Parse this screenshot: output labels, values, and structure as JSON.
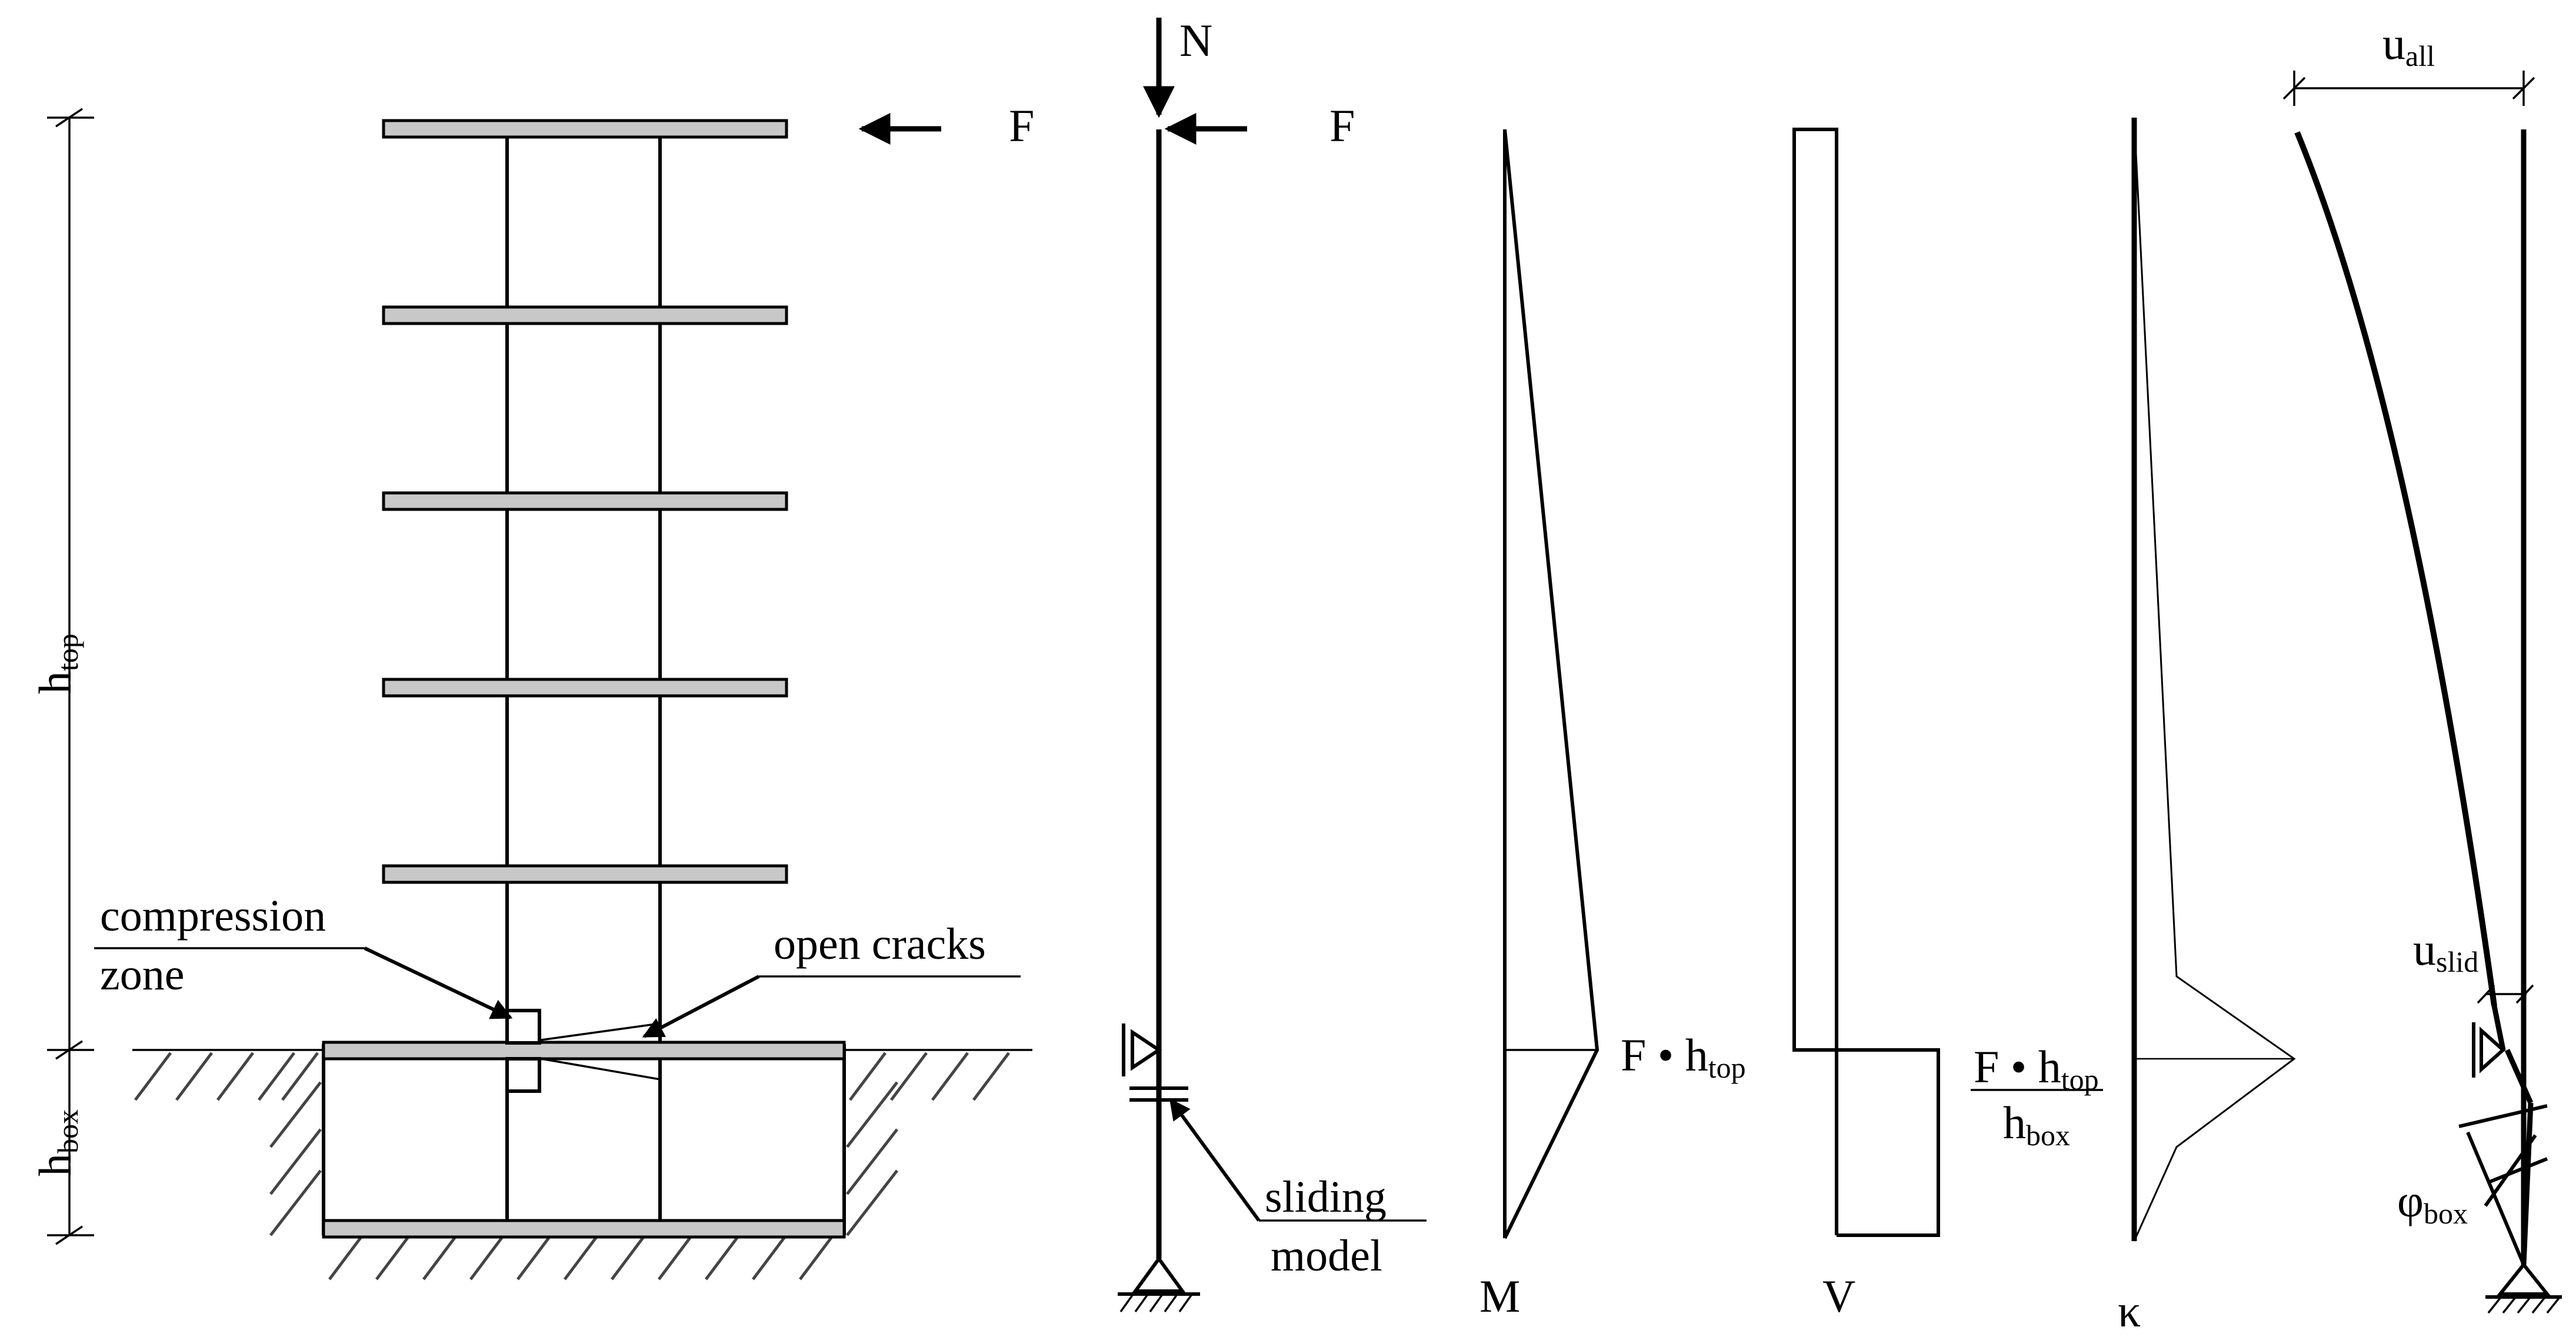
{
  "labels": {
    "force": "F",
    "axial": "N",
    "h_top_main": "h",
    "h_top_sub": "top",
    "h_box_main": "h",
    "h_box_sub": "box",
    "compression_line1": "compression",
    "compression_line2": "zone",
    "open_cracks": "open cracks",
    "sliding_line1": "sliding",
    "sliding_line2": "model",
    "moment_caption": "M",
    "shear_caption": "V",
    "curvature_caption": "κ",
    "moment_value_main": "F • h",
    "moment_value_sub": "top",
    "curv_num_main": "F • h",
    "curv_num_sub": "top",
    "curv_den_main": "h",
    "curv_den_sub": "box",
    "u_all_main": "u",
    "u_all_sub": "all",
    "u_slid_main": "u",
    "u_slid_sub": "slid",
    "phi_box_main": "φ",
    "phi_box_sub": "box"
  }
}
